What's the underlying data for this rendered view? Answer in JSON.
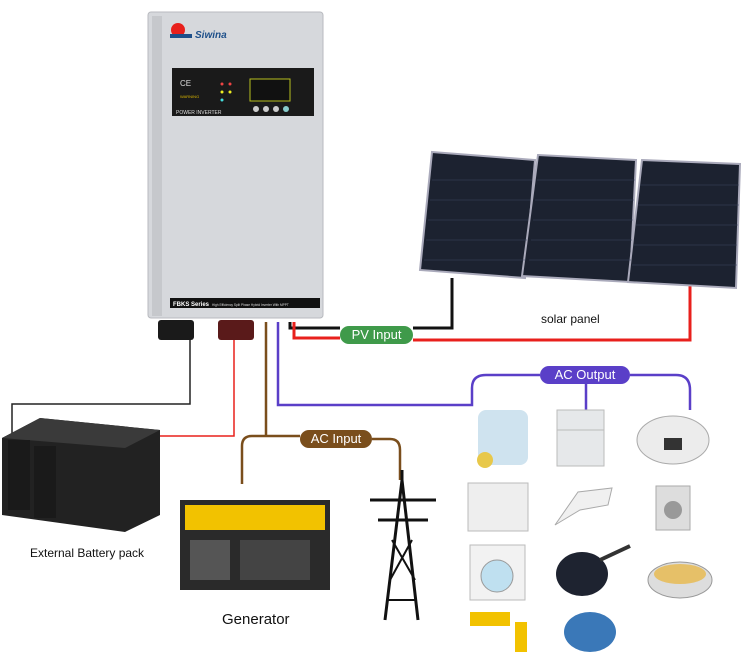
{
  "inverter": {
    "brand": "Siwina",
    "panel_text": "POWER INVERTER",
    "warning": "WARNING",
    "series": "FBKS Series",
    "series_desc": "High Efficiency Split Phase Hybrid Inverter With MPPT"
  },
  "labels": {
    "pv_input": "PV Input",
    "ac_output": "AC Output",
    "ac_input": "AC Input",
    "solar_panel": "solar panel",
    "battery": "External Battery pack",
    "generator": "Generator"
  },
  "colors": {
    "pv": "#3f9a4a",
    "ac_output": "#5a3fc8",
    "ac_input": "#7a4e1c",
    "positive": "#e8201c",
    "negative": "#111111"
  },
  "appliances": [
    "juicer",
    "refrigerator",
    "rice-cooker",
    "dishwasher",
    "hand-mixer",
    "meat-grinder",
    "washing-machine",
    "frying-pan",
    "waffle-maker",
    "drill",
    "water-pump"
  ]
}
